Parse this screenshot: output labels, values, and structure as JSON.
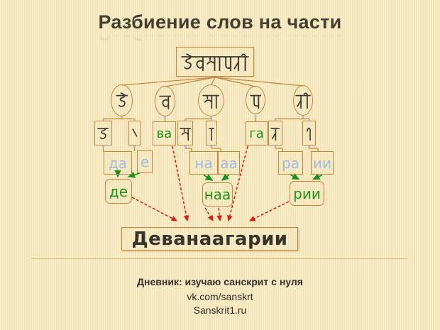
{
  "slide": {
    "title": "Разбиение слов на части",
    "result": "Деванаагарии",
    "footer_line1": "Дневник: изучаю санскрит с нуля",
    "footer_line2": "vk.com/sanskrt",
    "footer_line3": "Sanskrit1.ru"
  },
  "tree": {
    "root": "देवनागरी",
    "syllables": [
      "दे",
      "व",
      "ना",
      "ग",
      "री"
    ],
    "letters": [
      {
        "text": "द",
        "script": "devanagari"
      },
      {
        "text": "े",
        "script": "devanagari"
      },
      {
        "text": "ва",
        "script": "cyrillic"
      },
      {
        "text": "न",
        "script": "devanagari"
      },
      {
        "text": "ा",
        "script": "devanagari"
      },
      {
        "text": "га",
        "script": "cyrillic"
      },
      {
        "text": "र",
        "script": "devanagari"
      },
      {
        "text": "ी",
        "script": "devanagari"
      }
    ],
    "sounds": [
      "да",
      "е",
      "на",
      "аа",
      "ра",
      "ии"
    ],
    "merged": [
      "де",
      "наа",
      "рии"
    ]
  },
  "colors": {
    "background": "#f8e9bb",
    "box_border": "#c6873c",
    "connector": "#c6873c",
    "devanagari_ink": "#3e3a33",
    "title_text": "#453e31",
    "result_text": "#39342b",
    "green_text": "#1a9317",
    "blue_text": "#9fbbe0",
    "red_arrow": "#e6160d",
    "green_arrow": "#17931b",
    "divider": "#dcbd72"
  }
}
